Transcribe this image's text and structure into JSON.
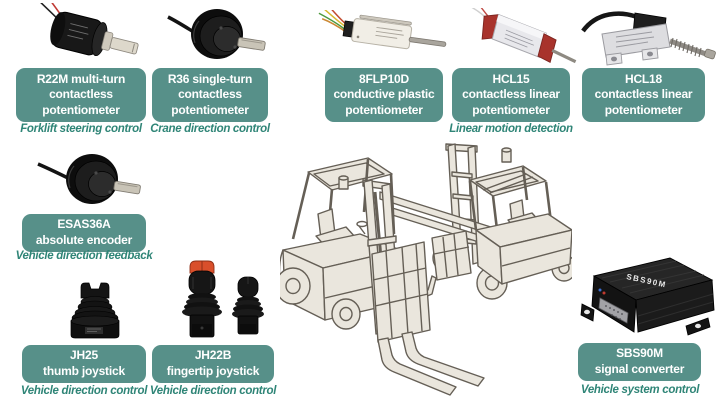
{
  "palette": {
    "background": "#ffffff",
    "box_bg": "#579089",
    "box_text": "#ffffff",
    "caption_color": "#2f8577",
    "line_art_fill": "#eae6dd",
    "line_art_stroke": "#655f56",
    "accent_red": "#a8332c",
    "accent_orange": "#d94f2b"
  },
  "products": [
    {
      "id": "r22m",
      "label_lines": [
        "R22M multi-turn",
        "contactless",
        "potentiometer"
      ],
      "caption": "Forklift steering control"
    },
    {
      "id": "r36",
      "label_lines": [
        "R36 single-turn",
        "contactless",
        "potentiometer"
      ],
      "caption": "Crane direction control"
    },
    {
      "id": "8flp10d",
      "label_lines": [
        "8FLP10D",
        "conductive plastic",
        "potentiometer"
      ],
      "caption": ""
    },
    {
      "id": "hcl15",
      "label_lines": [
        "HCL15",
        "contactless linear",
        "potentiometer"
      ],
      "caption": "Linear motion detection"
    },
    {
      "id": "hcl18",
      "label_lines": [
        "HCL18",
        "contactless linear",
        "potentiometer"
      ],
      "caption": ""
    },
    {
      "id": "esas36a",
      "label_lines": [
        "ESAS36A",
        "absolute encoder"
      ],
      "caption": "Vehicle direction feedback"
    },
    {
      "id": "jh25",
      "label_lines": [
        "JH25",
        "thumb joystick"
      ],
      "caption": "Vehicle direction control"
    },
    {
      "id": "jh22b",
      "label_lines": [
        "JH22B",
        "fingertip joystick"
      ],
      "caption": "Vehicle direction control"
    },
    {
      "id": "sbs90m",
      "label_lines": [
        "SBS90M",
        "signal converter"
      ],
      "caption": "Vehicle system control",
      "device_marking": "SBS90M"
    }
  ],
  "illustration": {
    "name": "two isometric forklifts line art"
  }
}
